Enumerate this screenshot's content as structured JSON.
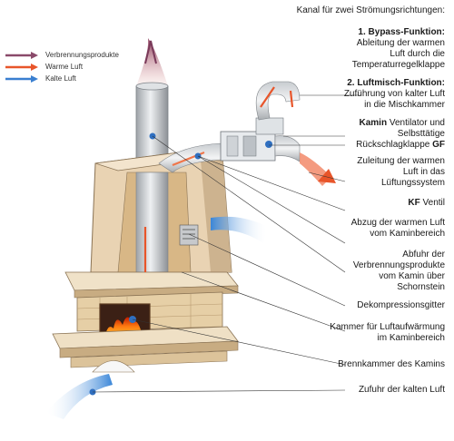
{
  "header": "Kanal für zwei Strömungsrichtungen:",
  "legend": {
    "combustion": "Verbrennungsprodukte",
    "warm": "Warme Luft",
    "cold": "Kalte Luft",
    "colors": {
      "combustion": "#8a4a6a",
      "warm": "#e8552a",
      "cold": "#3a7fd0"
    }
  },
  "callouts": {
    "bypass": {
      "title": "1. Bypass-Funktion:",
      "line1": "Ableitung der warmen",
      "line2": "Luft durch die",
      "line3": "Temperaturregelklappe"
    },
    "mix": {
      "title": "2. Luftmisch-Funktion:",
      "line1": "Zuführung von kalter Luft",
      "line2": "in die Mischkammer"
    },
    "fan": {
      "title": "Kamin",
      "rest1": " Ventilator und",
      "line2": "Selbsttätige",
      "line3a": "Rückschlagklappe ",
      "line3b": "GF"
    },
    "supply": {
      "line1": "Zuleitung der warmen",
      "line2": "Luft in das",
      "line3": "Lüftungssystem"
    },
    "valve": {
      "bold": "KF",
      "rest": " Ventil"
    },
    "exhaust_warm": {
      "line1": "Abzug der warmen Luft",
      "line2": "vom Kaminbereich"
    },
    "flue": {
      "line1": "Abfuhr der",
      "line2": "Verbrennungsprodukte",
      "line3": "vom Kamin über",
      "line4": "Schornstein"
    },
    "grid": "Dekompressionsgitter",
    "chamber": {
      "line1": "Kammer für Luftaufwärmung",
      "line2": "im Kaminbereich"
    },
    "firebox": "Brennkammer des Kamins",
    "intake": "Zufuhr der kalten Luft"
  }
}
